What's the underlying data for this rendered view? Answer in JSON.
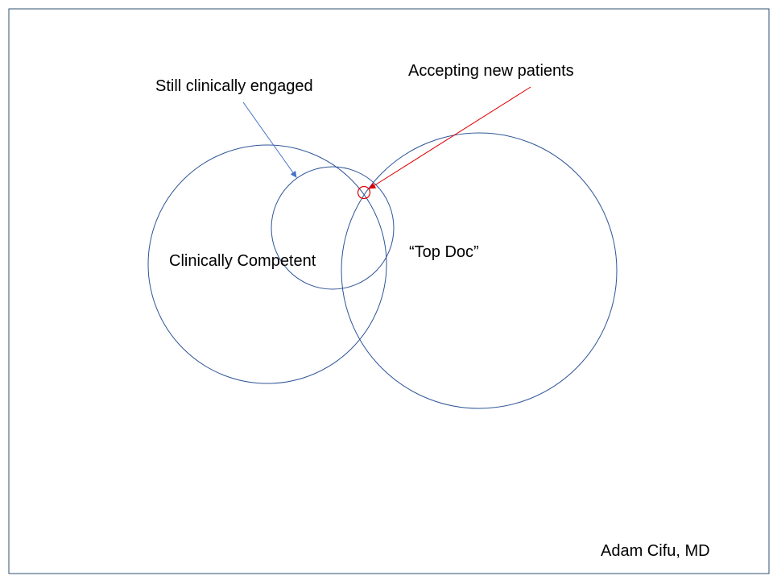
{
  "diagram": {
    "labels": {
      "still_engaged": "Still clinically engaged",
      "accepting_new": "Accepting new patients",
      "competent": "Clinically Competent",
      "top_doc": "“Top Doc”"
    },
    "author": "Adam Cifu, MD",
    "colors": {
      "circle_outline": "#2f5597",
      "blue_arrow": "#4472c4",
      "red_highlight": "#e00000",
      "frame": "#2f4f6f"
    }
  }
}
